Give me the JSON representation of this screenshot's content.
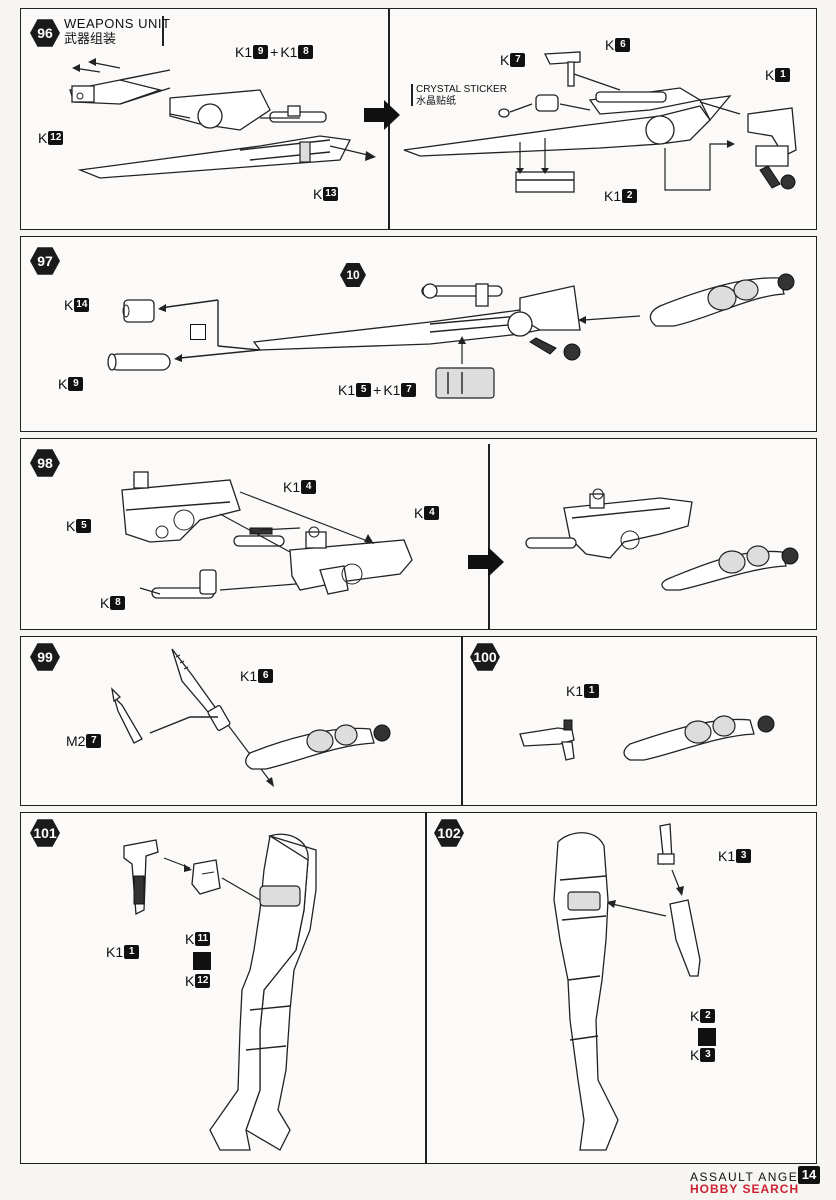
{
  "steps": {
    "s96": {
      "number": "96",
      "heading_en": "WEAPONS UNIT",
      "heading_cn": "武器组装",
      "crystal_en": "CRYSTAL STICKER",
      "crystal_cn": "水晶贴纸"
    },
    "s97": {
      "number": "97",
      "callout": "10"
    },
    "s98": {
      "number": "98"
    },
    "s99": {
      "number": "99"
    },
    "s100": {
      "number": "100"
    },
    "s101": {
      "number": "101"
    },
    "s102": {
      "number": "102"
    }
  },
  "parts": {
    "p96_k19_k18": {
      "a_k": "K1",
      "a_n": "9",
      "plus": "+",
      "b_k": "K1",
      "b_n": "8"
    },
    "p96_k12": {
      "k": "K",
      "n": "12"
    },
    "p96_k13": {
      "k": "K",
      "n": "13"
    },
    "p96_k7": {
      "k": "K",
      "n": "7"
    },
    "p96_k6": {
      "k": "K",
      "n": "6"
    },
    "p96_k1": {
      "k": "K",
      "n": "1"
    },
    "p96_k12b": {
      "k": "K1",
      "n": "2"
    },
    "p97_k14": {
      "k": "K",
      "n": "14"
    },
    "p97_k9": {
      "k": "K",
      "n": "9"
    },
    "p97_k15_k17": {
      "a_k": "K1",
      "a_n": "5",
      "plus": "+",
      "b_k": "K1",
      "b_n": "7"
    },
    "p98_k5": {
      "k": "K",
      "n": "5"
    },
    "p98_k14": {
      "k": "K1",
      "n": "4"
    },
    "p98_k4": {
      "k": "K",
      "n": "4"
    },
    "p98_k8": {
      "k": "K",
      "n": "8"
    },
    "p99_k16": {
      "k": "K1",
      "n": "6"
    },
    "p99_m27": {
      "k": "M2",
      "n": "7"
    },
    "p100_k11": {
      "k": "K1",
      "n": "1"
    },
    "p101_k11": {
      "k": "K1",
      "n": "1"
    },
    "p101_k11b": {
      "k": "K",
      "n": "11"
    },
    "p101_k12": {
      "k": "K",
      "n": "12"
    },
    "p102_k13": {
      "k": "K1",
      "n": "3"
    },
    "p102_k2": {
      "k": "K",
      "n": "2"
    },
    "p102_k3": {
      "k": "K",
      "n": "3"
    }
  },
  "footer": {
    "brand": "ASSAULT ANGELS",
    "page": "14",
    "watermark": "HOBBY SEARCH"
  }
}
